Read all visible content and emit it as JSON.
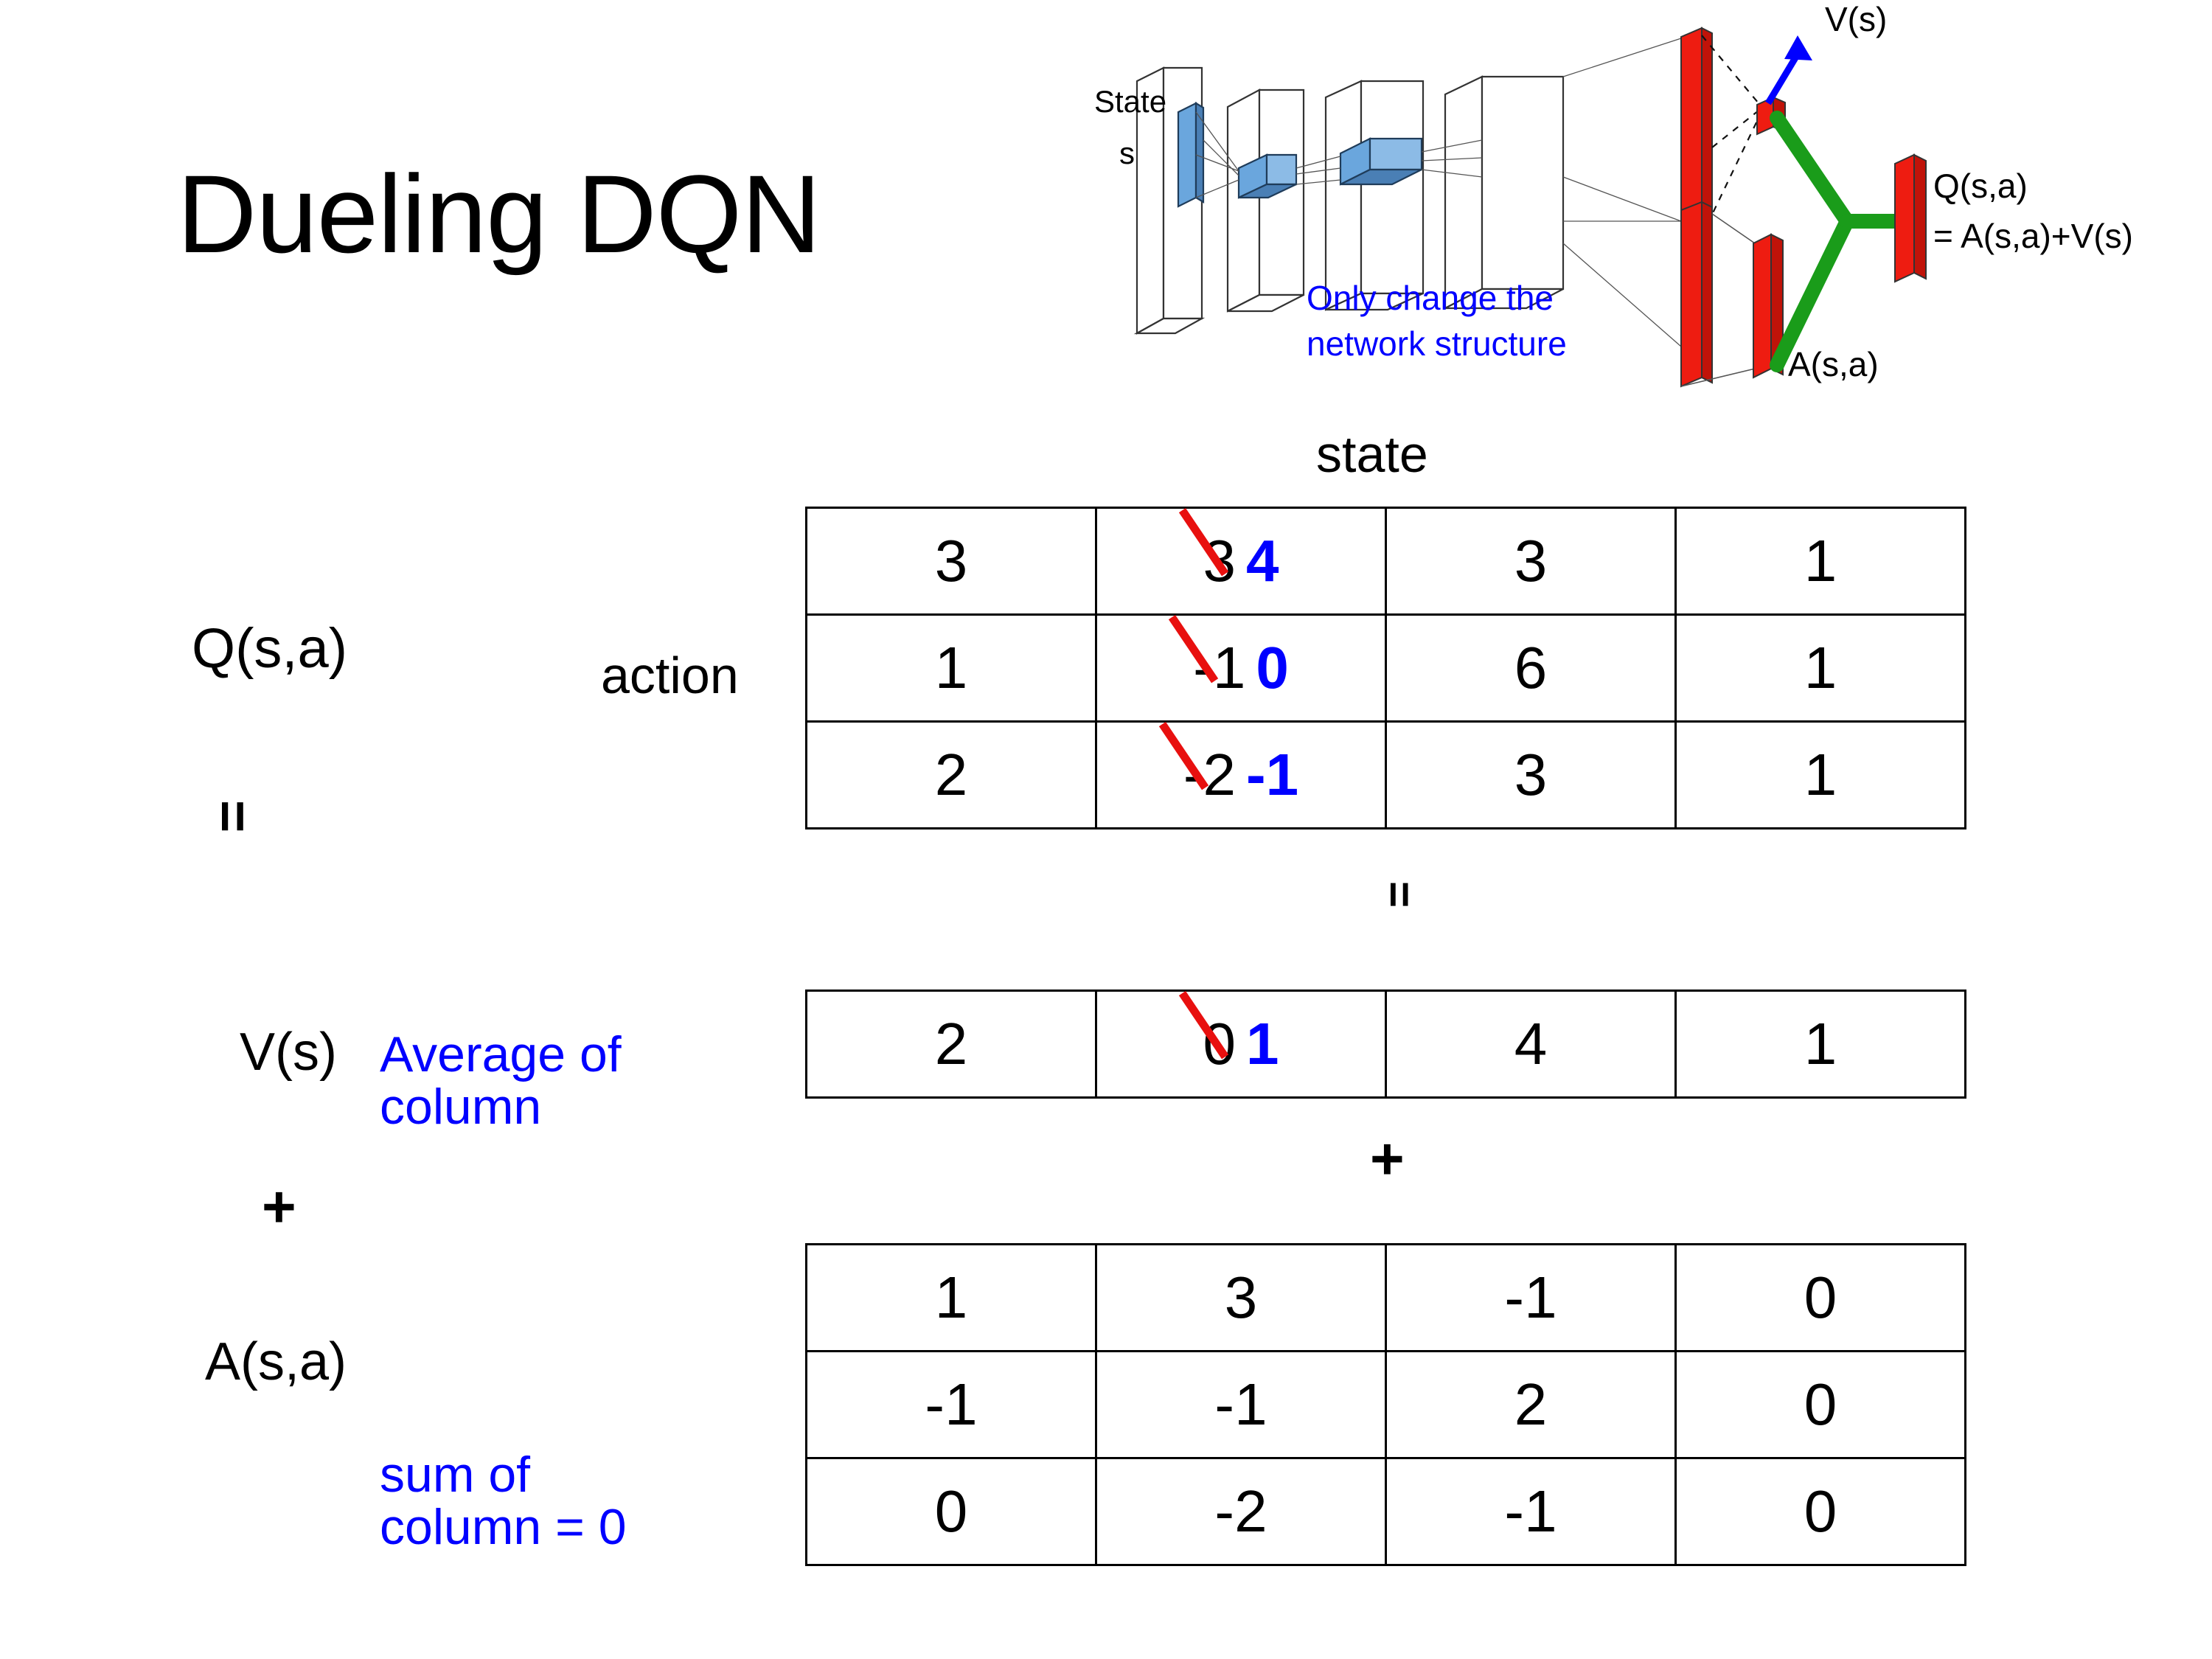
{
  "title": "Dueling DQN",
  "diagram": {
    "state_label_line1": "State",
    "state_label_line2": "s",
    "note_line1": "Only change the",
    "note_line2": "network structure",
    "v_output_label": "V(s)",
    "a_output_label": "A(s,a)",
    "q_output_label_line1": "Q(s,a)",
    "q_output_label_line2": "= A(s,a)+V(s)",
    "colors": {
      "note_text": "#0000ff",
      "v_arrow": "#0000ff",
      "merge_link": "#1a9c1a",
      "output_bar": "#ee1c11",
      "hidden_bar": "#4a90d9"
    }
  },
  "labels": {
    "q_label": "Q(s,a)",
    "equals_1": "=",
    "action_axis": "action",
    "state_axis": "state",
    "equals_2": "=",
    "v_label": "V(s)",
    "avg_note_line1": "Average of",
    "avg_note_line2": "column",
    "plus_left": "+",
    "plus_middle": "+",
    "a_label": "A(s,a)",
    "sum_note_line1": "sum of",
    "sum_note_line2": "column = 0"
  },
  "colors": {
    "note_blue": "#0000ff",
    "strike_red": "#e8100f",
    "corrected_blue": "#0000ff",
    "grid_line": "#000000"
  },
  "chart_data": {
    "type": "table",
    "title": "Dueling DQN value decomposition Q(s,a) = V(s) + A(s,a)",
    "tables": [
      {
        "name": "Q(s,a)",
        "row_axis": "action",
        "col_axis": "state",
        "rows": 3,
        "cols": 4,
        "values": [
          [
            {
              "text": "3"
            },
            {
              "text": "3",
              "struck": true,
              "corrected": "4"
            },
            {
              "text": "3"
            },
            {
              "text": "1"
            }
          ],
          [
            {
              "text": "1"
            },
            {
              "text": "-1",
              "struck": true,
              "corrected": "0"
            },
            {
              "text": "6"
            },
            {
              "text": "1"
            }
          ],
          [
            {
              "text": "2"
            },
            {
              "text": "-2",
              "struck": true,
              "corrected": "-1"
            },
            {
              "text": "3"
            },
            {
              "text": "1"
            }
          ]
        ]
      },
      {
        "name": "V(s)",
        "rows": 1,
        "cols": 4,
        "values": [
          [
            {
              "text": "2"
            },
            {
              "text": "0",
              "struck": true,
              "corrected": "1"
            },
            {
              "text": "4"
            },
            {
              "text": "1"
            }
          ]
        ]
      },
      {
        "name": "A(s,a)",
        "rows": 3,
        "cols": 4,
        "values": [
          [
            {
              "text": "1"
            },
            {
              "text": "3"
            },
            {
              "text": "-1"
            },
            {
              "text": "0"
            }
          ],
          [
            {
              "text": "-1"
            },
            {
              "text": "-1"
            },
            {
              "text": "2"
            },
            {
              "text": "0"
            }
          ],
          [
            {
              "text": "0"
            },
            {
              "text": "-2"
            },
            {
              "text": "-1"
            },
            {
              "text": "0"
            }
          ]
        ]
      }
    ]
  }
}
